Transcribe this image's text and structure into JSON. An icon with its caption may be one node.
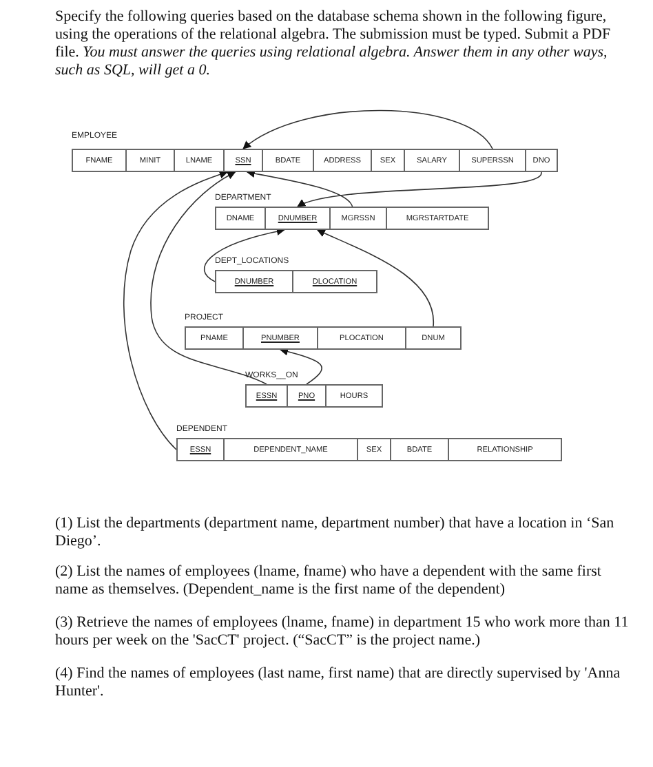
{
  "diagram": {
    "nodes": [
      {
        "text": [
          "EMPLOYEE"
        ]
      },
      {
        "text": [
          "FNAME"
        ],
        "in": 0
      },
      {
        "text": [
          "MINIT"
        ],
        "in": 0
      },
      {
        "text": [
          "LNAME"
        ],
        "in": 0
      },
      {
        "text": [
          "SSN"
        ],
        "in": 0
      },
      {
        "text": [
          "BDATE"
        ],
        "in": 0
      },
      {
        "text": [
          "ADDRESS"
        ],
        "in": 0
      },
      {
        "text": [
          "SEX"
        ],
        "in": 0
      },
      {
        "text": [
          "SALARY"
        ],
        "in": 0
      },
      {
        "text": [
          "SUPERSSN"
        ],
        "in": 0
      },
      {
        "text": [
          "DNO"
        ],
        "in": 0
      },
      {
        "text": [
          "DEPARTMENT"
        ]
      },
      {
        "text": [
          "DNAME"
        ],
        "in": 11
      },
      {
        "text": [
          "DNUMBER"
        ],
        "in": 11
      },
      {
        "text": [
          "MGRSSN"
        ],
        "in": 11
      },
      {
        "text": [
          "MGRSTARTDATE"
        ],
        "in": 11
      },
      {
        "text": [
          "DEPT_LOCATIONS"
        ]
      },
      {
        "text": [
          "DNUMBER"
        ],
        "in": 16
      },
      {
        "text": [
          "DLOCATION"
        ],
        "in": 16
      },
      {
        "text": [
          "PROJECT"
        ]
      },
      {
        "text": [
          "PNAME"
        ],
        "in": 19
      },
      {
        "text": [
          "PNUMBER"
        ],
        "in": 19
      },
      {
        "text": [
          "PLOCATION"
        ],
        "in": 19
      },
      {
        "text": [
          "DNUM"
        ],
        "in": 19
      },
      {
        "text": [
          "WORKS__ON"
        ]
      },
      {
        "text": [
          "ESSN"
        ],
        "in": 24
      },
      {
        "text": [
          "PNO"
        ],
        "in": 24
      },
      {
        "text": [
          "HOURS"
        ],
        "in": 24
      },
      {
        "text": [
          "DEPENDENT"
        ]
      },
      {
        "text": [
          "ESSN"
        ],
        "in": 28
      },
      {
        "text": [
          "DEPENDENT_NAME"
        ],
        "in": 28
      },
      {
        "text": [
          "SEX"
        ],
        "in": 28
      },
      {
        "text": [
          "BDATE"
        ],
        "in": 28
      },
      {
        "text": [
          "RELATIONSHIP"
        ],
        "in": 28
      }
    ],
    "edges": [
      {
        "from": 9,
        "to": 4,
        "arrow": "to"
      },
      {
        "from": 10,
        "to": 13,
        "arrow": "to"
      },
      {
        "from": 14,
        "to": 4,
        "arrow": "to"
      },
      {
        "from": 17,
        "to": 13,
        "arrow": "to"
      },
      {
        "from": 23,
        "to": 13,
        "arrow": "to"
      },
      {
        "from": 25,
        "to": 4,
        "arrow": "to"
      },
      {
        "from": 26,
        "to": 21,
        "arrow": "to"
      },
      {
        "from": 29,
        "to": 4,
        "arrow": "to"
      }
    ],
    "labels": [
      "Specify the following queries based on the database schema shown in the following figure, using the operations of the relational algebra. The submission must be typed. Submit a PDF file.  *You must answer the queries using relational algebra. Answer them in any other ways, such as SQL, will get a 0.*",
      "(1) List the departments (department name, department number) that have a location in ‘San Diego’.",
      "(2) List the names of employees (lname, fname) who have a dependent with the same first name as themselves.  (Dependent_name is the first name of the dependent)",
      "(3) Retrieve the names of employees (lname, fname) in department 15 who work more than 11 hours per week on the 'SacCT' project. (“SacCT” is the project name.)",
      "(4) Find the names of employees (last name, first name) that are directly supervised by 'Anna Hunter'."
    ]
  }
}
